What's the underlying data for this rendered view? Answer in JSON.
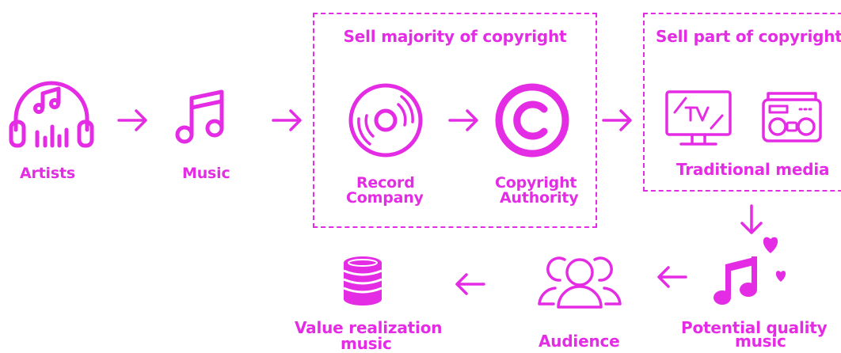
{
  "colors": {
    "accent": "#e52ce5",
    "background": "#ffffff"
  },
  "nodes": {
    "artists": {
      "label": "Artists",
      "icon": "headphones-icon"
    },
    "music": {
      "label": "Music",
      "icon": "music-note-icon"
    },
    "record_company": {
      "line1": "Record",
      "line2": "Company",
      "icon": "vinyl-record-icon"
    },
    "copyright_authority": {
      "line1": "Copyright",
      "line2": "Authority",
      "icon": "copyright-icon"
    },
    "traditional_media": {
      "label": "Traditional media",
      "icons": [
        "tv-icon",
        "radio-icon"
      ]
    },
    "potential_quality_music": {
      "line1": "Potential quality",
      "line2": "music",
      "icon": "music-hearts-icon"
    },
    "audience": {
      "label": "Audience",
      "icon": "people-icon"
    },
    "value_realization_music": {
      "line1": "Value realization",
      "line2": "music",
      "icon": "coin-stack-icon"
    }
  },
  "groups": {
    "sell_majority": {
      "title": "Sell majority of copyright"
    },
    "sell_part": {
      "title": "Sell part of copyright"
    }
  },
  "edges": [
    [
      "Artists",
      "Music"
    ],
    [
      "Music",
      "Record Company"
    ],
    [
      "Record Company",
      "Copyright Authority"
    ],
    [
      "Copyright Authority",
      "Traditional media"
    ],
    [
      "Traditional media",
      "Potential quality music"
    ],
    [
      "Potential quality music",
      "Audience"
    ],
    [
      "Audience",
      "Value realization music"
    ]
  ]
}
